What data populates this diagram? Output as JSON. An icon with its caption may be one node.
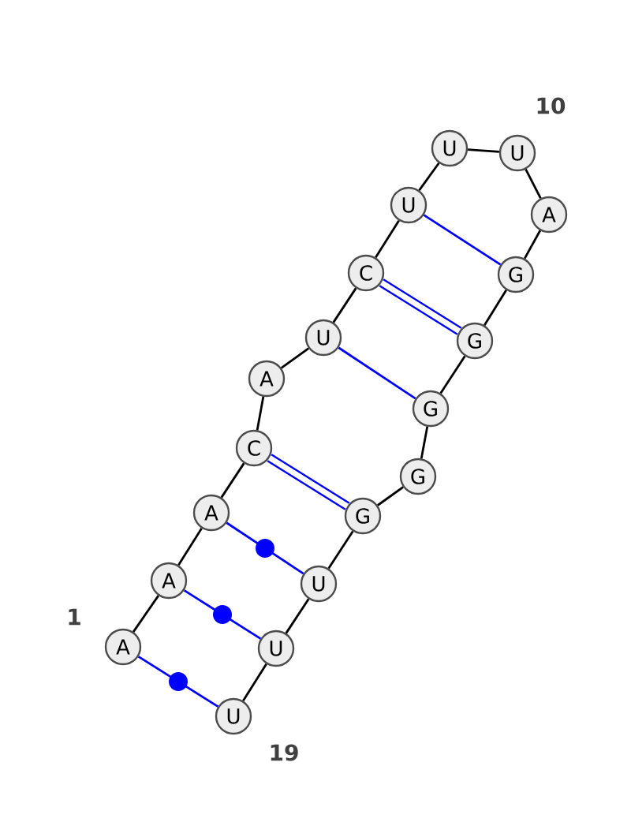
{
  "diagram": {
    "nodes": [
      {
        "text": [
          "A"
        ]
      },
      {
        "text": [
          "A"
        ]
      },
      {
        "text": [
          "A"
        ]
      },
      {
        "text": [
          "C"
        ]
      },
      {
        "text": [
          "A"
        ]
      },
      {
        "text": [
          "U"
        ]
      },
      {
        "text": [
          "C"
        ]
      },
      {
        "text": [
          "U"
        ]
      },
      {
        "text": [
          "U"
        ]
      },
      {
        "text": [
          "U"
        ]
      },
      {
        "text": [
          "A"
        ]
      },
      {
        "text": [
          "G"
        ]
      },
      {
        "text": [
          "G"
        ]
      },
      {
        "text": [
          "G"
        ]
      },
      {
        "text": [
          "G"
        ]
      },
      {
        "text": [
          "G"
        ]
      },
      {
        "text": [
          "U"
        ]
      },
      {
        "text": [
          "U"
        ]
      },
      {
        "text": [
          "U"
        ]
      }
    ],
    "edges": [
      {
        "from": 0,
        "to": 1,
        "arrow": "none"
      },
      {
        "from": 1,
        "to": 2,
        "arrow": "none"
      },
      {
        "from": 2,
        "to": 3,
        "arrow": "none"
      },
      {
        "from": 3,
        "to": 4,
        "arrow": "none"
      },
      {
        "from": 4,
        "to": 5,
        "arrow": "none"
      },
      {
        "from": 5,
        "to": 6,
        "arrow": "none"
      },
      {
        "from": 6,
        "to": 7,
        "arrow": "none"
      },
      {
        "from": 7,
        "to": 8,
        "arrow": "none"
      },
      {
        "from": 8,
        "to": 9,
        "arrow": "none"
      },
      {
        "from": 9,
        "to": 10,
        "arrow": "none"
      },
      {
        "from": 10,
        "to": 11,
        "arrow": "none"
      },
      {
        "from": 11,
        "to": 12,
        "arrow": "none"
      },
      {
        "from": 12,
        "to": 13,
        "arrow": "none"
      },
      {
        "from": 13,
        "to": 14,
        "arrow": "none"
      },
      {
        "from": 14,
        "to": 15,
        "arrow": "none"
      },
      {
        "from": 15,
        "to": 16,
        "arrow": "none"
      },
      {
        "from": 16,
        "to": 17,
        "arrow": "none"
      },
      {
        "from": 17,
        "to": 18,
        "arrow": "none"
      },
      {
        "from": 0,
        "to": 18,
        "arrow": "none",
        "color": "#0000ff"
      },
      {
        "from": 1,
        "to": 17,
        "arrow": "none",
        "color": "#0000ff"
      },
      {
        "from": 2,
        "to": 16,
        "arrow": "none",
        "color": "#0000ff"
      },
      {
        "from": 3,
        "to": 15,
        "arrow": "none",
        "color": "#0000ff",
        "style": "thick"
      },
      {
        "from": 5,
        "to": 13,
        "arrow": "none",
        "color": "#0000ff"
      },
      {
        "from": 6,
        "to": 12,
        "arrow": "none",
        "color": "#0000ff",
        "style": "thick"
      },
      {
        "from": 7,
        "to": 11,
        "arrow": "none",
        "color": "#0000ff"
      }
    ],
    "labels": [
      "1",
      "10",
      "19"
    ]
  }
}
